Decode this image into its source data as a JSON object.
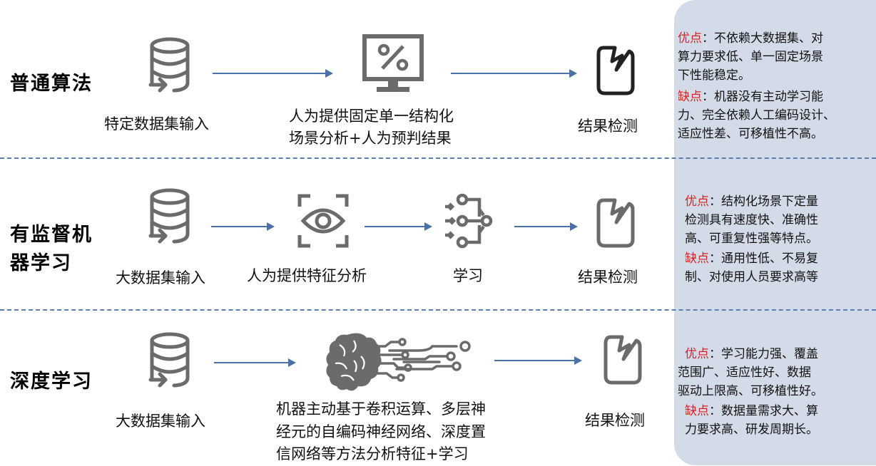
{
  "rows": [
    {
      "title": "普通算法",
      "steps": [
        {
          "label": "特定数据集输入",
          "icon": "database-icon"
        },
        {
          "label_lines": [
            "人为提供固定单一结构化",
            "场景分析+人为预判结果"
          ],
          "icon": "percent-monitor-icon"
        },
        {
          "label": "结果检测",
          "icon": "document-icon"
        }
      ],
      "pro_tag": "优点",
      "pro_lines": [
        "：不依赖大数据集、对",
        "算力要求低、单一固定场景",
        "下性能稳定。"
      ],
      "con_tag": "缺点",
      "con_lines": [
        "：机器没有主动学习能",
        "力、完全依赖人工编码设计、",
        "适应性差、可移植性不高。"
      ]
    },
    {
      "title_lines": [
        "有监督机",
        "器学习"
      ],
      "steps": [
        {
          "label": "大数据集输入",
          "icon": "database-icon"
        },
        {
          "label": "人为提供特征分析",
          "icon": "eye-scan-icon"
        },
        {
          "label": "学习",
          "icon": "network-learning-icon"
        },
        {
          "label": "结果检测",
          "icon": "document-icon"
        }
      ],
      "pro_tag": "优点",
      "pro_lines": [
        "：结构化场景下定量",
        "检测具有速度快、准确性",
        "高、可重复性强等特点。"
      ],
      "con_tag": "缺点",
      "con_lines": [
        "：通用性低、不易复",
        "制、对使用人员要求高等"
      ]
    },
    {
      "title": "深度学习",
      "steps": [
        {
          "label": "大数据集输入",
          "icon": "database-icon"
        },
        {
          "label_lines": [
            "机器主动基于卷积运算、多层神",
            "经元的自编码神经网络、深度置",
            "信网络等方法分析特征+学习"
          ],
          "icon": "ai-brain-circuit-icon"
        },
        {
          "label": "结果检测",
          "icon": "document-icon"
        }
      ],
      "pro_tag": "优点",
      "pro_lines": [
        "：学习能力强、覆盖",
        "范围广、适应性好、数据",
        "驱动上限高、可移植性好。"
      ],
      "con_tag": "缺点",
      "con_lines": [
        "：数据量需求大、算",
        "力要求高、研发周期长。"
      ]
    }
  ],
  "colors": {
    "icon_gray": "#6b6b6b",
    "icon_dark": "#222222",
    "arrow": "#4a72a8",
    "divider": "#5b7fb2",
    "panel_bg": "#d4dbe8",
    "pro_con_tag": "#e01f1f"
  }
}
